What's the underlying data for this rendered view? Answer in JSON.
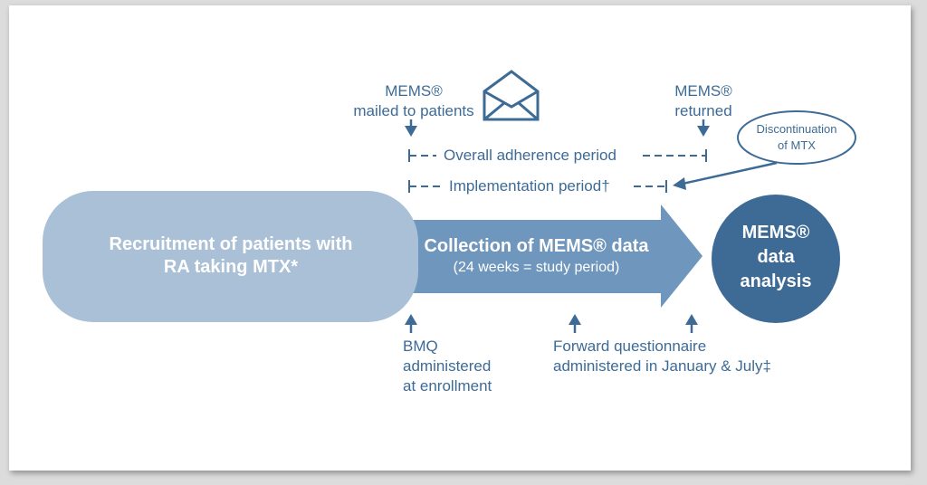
{
  "labels": {
    "mems_mailed_l1": "MEMS®",
    "mems_mailed_l2": "mailed to patients",
    "mems_returned_l1": "MEMS®",
    "mems_returned_l2": "returned",
    "discontinuation_l1": "Discontinuation",
    "discontinuation_l2": "of MTX",
    "overall_period": "Overall adherence period",
    "implementation_period": "Implementation period†",
    "recruitment_l1": "Recruitment of patients with",
    "recruitment_l2": "RA taking MTX*",
    "collection_title": "Collection of MEMS® data",
    "collection_sub": "(24 weeks = study period)",
    "analysis_l1": "MEMS®",
    "analysis_l2": "data",
    "analysis_l3": "analysis",
    "bmq_l1": "BMQ",
    "bmq_l2": "administered",
    "bmq_l3": "at enrollment",
    "forward_l1": "Forward questionnaire",
    "forward_l2": "administered in January & July‡"
  },
  "colors": {
    "dark_blue": "#3d6b96",
    "mid_blue": "#6f96bc",
    "light_blue": "#a9c0d6",
    "background": "#ffffff"
  },
  "icons": {
    "envelope": "envelope-icon"
  }
}
